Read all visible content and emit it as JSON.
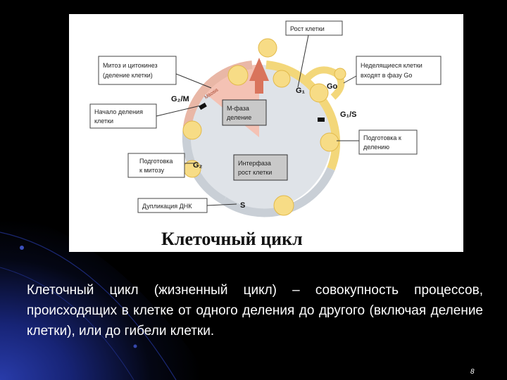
{
  "diagram": {
    "title": "Клеточный цикл",
    "callouts": {
      "growth": "Рост клетки",
      "mitosis_line1": "Митоз и цитокинез",
      "mitosis_line2": "(деление клетки)",
      "nondividing_line1": "Неделящиеся клетки",
      "nondividing_line2": "входят в фазу Go",
      "division_start_line1": "Начало деления",
      "division_start_line2": "клетки",
      "prep_division_line1": "Подготовка к",
      "prep_division_line2": "делению",
      "prep_mitosis_line1": "Подготовка",
      "prep_mitosis_line2": "к митозу",
      "dna_dup": "Дупликация ДНК"
    },
    "center_boxes": {
      "m_phase_line1": "М-фаза",
      "m_phase_line2": "деление",
      "interphase_line1": "Интерфаза",
      "interphase_line2": "рост клетки"
    },
    "phase_labels": {
      "g2m": "G₂/M",
      "g1": "G₁",
      "go": "Go",
      "g1s": "G₁/S",
      "g2": "G₂",
      "s": "S",
      "mitosis_small": "Mitosis"
    }
  },
  "caption": "Клеточный цикл (жизненный цикл) – совокупность процессов, происходящих в клетке от одного деления до другого (включая деление клетки), или до гибели клетки.",
  "page_number": "8",
  "colors": {
    "background": "#000000",
    "slide_accent": "#1b2a8a",
    "cycle_yellow": "#f3d77a",
    "cycle_gray": "#c9cfd6",
    "m_sector": "#f4c2b4",
    "arrow": "#d9745c"
  }
}
